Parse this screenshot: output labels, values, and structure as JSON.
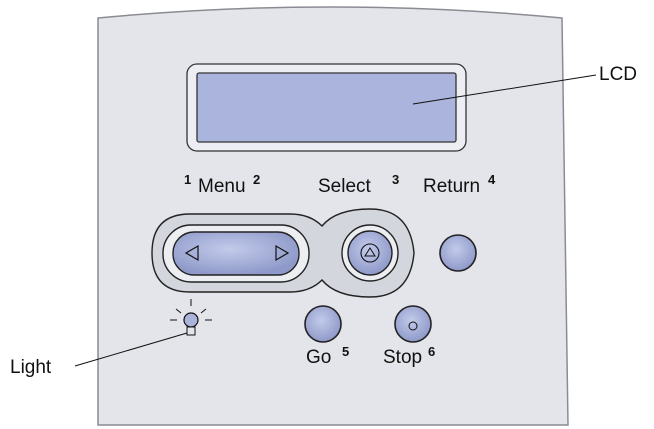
{
  "colors": {
    "panel": "#e4e5ea",
    "panel_edge": "#8a8c93",
    "button": "#a9b3db",
    "button_edge": "#2b2e3a",
    "lcd": "#aab4dc",
    "light": "#a9b3db"
  },
  "callouts": {
    "lcd": "LCD",
    "light": "Light"
  },
  "buttons": {
    "menu": {
      "label": "Menu",
      "left_number": "1",
      "right_number": "2"
    },
    "select": {
      "label": "Select",
      "number": "3"
    },
    "return": {
      "label": "Return",
      "number": "4"
    },
    "go": {
      "label": "Go",
      "number": "5"
    },
    "stop": {
      "label": "Stop",
      "number": "6"
    }
  },
  "icons": {
    "menu_left": "triangle-left-icon",
    "menu_right": "triangle-right-icon",
    "select": "triangle-up-icon",
    "stop": "circle-icon"
  }
}
